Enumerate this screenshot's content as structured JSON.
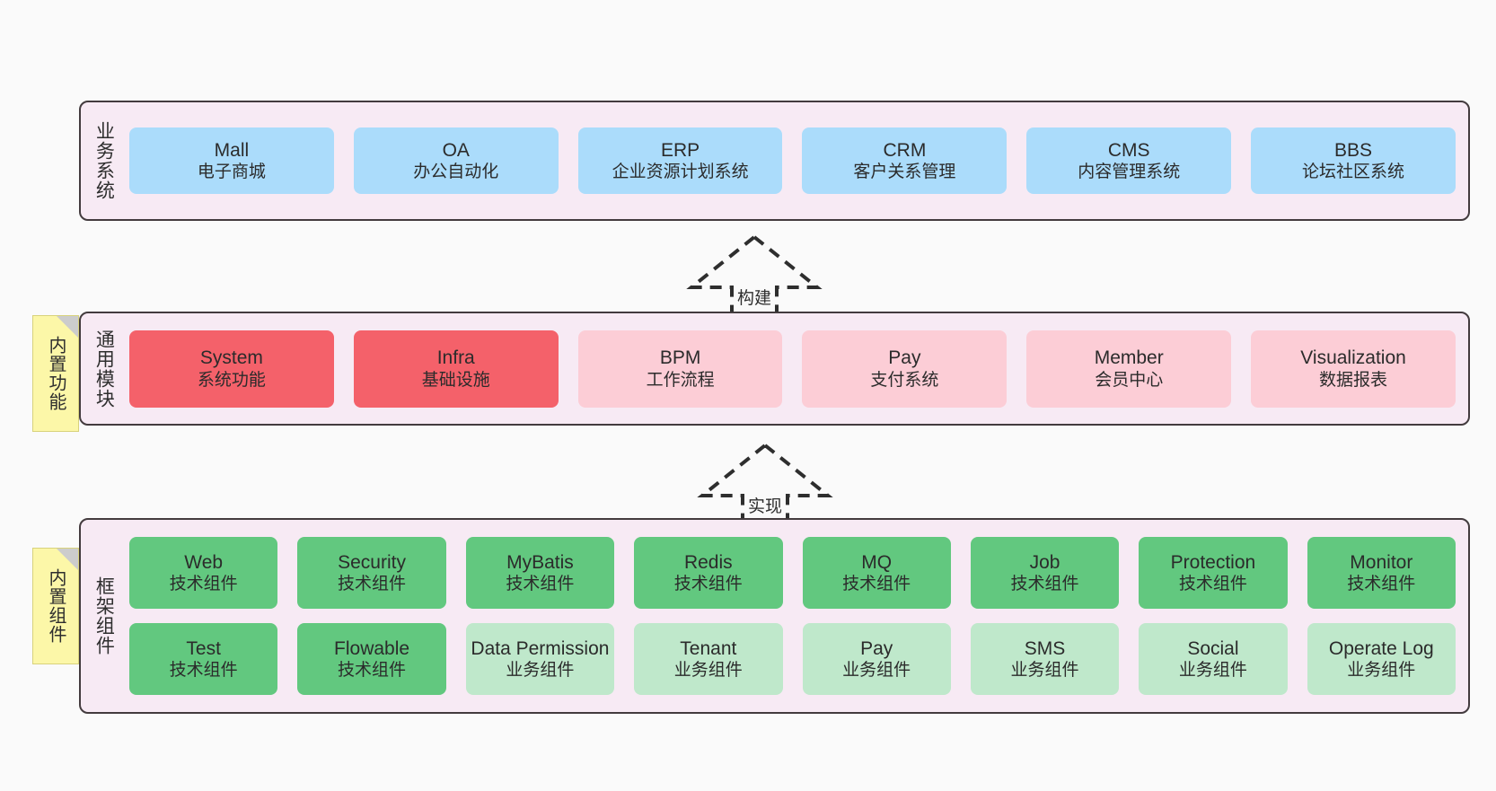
{
  "layers": [
    {
      "id": "business",
      "title": "业务系统",
      "rows": [
        {
          "cards": [
            {
              "en": "Mall",
              "cn": "电子商城",
              "color": "c-blue"
            },
            {
              "en": "OA",
              "cn": "办公自动化",
              "color": "c-blue"
            },
            {
              "en": "ERP",
              "cn": "企业资源计划系统",
              "color": "c-blue"
            },
            {
              "en": "CRM",
              "cn": "客户关系管理",
              "color": "c-blue"
            },
            {
              "en": "CMS",
              "cn": "内容管理系统",
              "color": "c-blue"
            },
            {
              "en": "BBS",
              "cn": "论坛社区系统",
              "color": "c-blue"
            }
          ]
        }
      ]
    },
    {
      "id": "modules",
      "title": "通用模块",
      "rows": [
        {
          "cards": [
            {
              "en": "System",
              "cn": "系统功能",
              "color": "c-red"
            },
            {
              "en": "Infra",
              "cn": "基础设施",
              "color": "c-red"
            },
            {
              "en": "BPM",
              "cn": "工作流程",
              "color": "c-pink"
            },
            {
              "en": "Pay",
              "cn": "支付系统",
              "color": "c-pink"
            },
            {
              "en": "Member",
              "cn": "会员中心",
              "color": "c-pink"
            },
            {
              "en": "Visualization",
              "cn": "数据报表",
              "color": "c-pink"
            }
          ]
        }
      ]
    },
    {
      "id": "framework",
      "title": "框架组件",
      "rows": [
        {
          "cards": [
            {
              "en": "Web",
              "cn": "技术组件",
              "color": "c-green"
            },
            {
              "en": "Security",
              "cn": "技术组件",
              "color": "c-green"
            },
            {
              "en": "MyBatis",
              "cn": "技术组件",
              "color": "c-green"
            },
            {
              "en": "Redis",
              "cn": "技术组件",
              "color": "c-green"
            },
            {
              "en": "MQ",
              "cn": "技术组件",
              "color": "c-green"
            },
            {
              "en": "Job",
              "cn": "技术组件",
              "color": "c-green"
            },
            {
              "en": "Protection",
              "cn": "技术组件",
              "color": "c-green"
            },
            {
              "en": "Monitor",
              "cn": "技术组件",
              "color": "c-green"
            }
          ]
        },
        {
          "cards": [
            {
              "en": "Test",
              "cn": "技术组件",
              "color": "c-green"
            },
            {
              "en": "Flowable",
              "cn": "技术组件",
              "color": "c-green"
            },
            {
              "en": "Data Permission",
              "cn": "业务组件",
              "color": "c-lightgreen"
            },
            {
              "en": "Tenant",
              "cn": "业务组件",
              "color": "c-lightgreen"
            },
            {
              "en": "Pay",
              "cn": "业务组件",
              "color": "c-lightgreen"
            },
            {
              "en": "SMS",
              "cn": "业务组件",
              "color": "c-lightgreen"
            },
            {
              "en": "Social",
              "cn": "业务组件",
              "color": "c-lightgreen"
            },
            {
              "en": "Operate Log",
              "cn": "业务组件",
              "color": "c-lightgreen"
            }
          ]
        }
      ]
    }
  ],
  "notes": [
    {
      "id": "note-modules",
      "text": "内置功能"
    },
    {
      "id": "note-framework",
      "text": "内置组件"
    }
  ],
  "arrows": [
    {
      "id": "arrow-build",
      "label": "构建"
    },
    {
      "id": "arrow-implement",
      "label": "实现"
    }
  ],
  "colors": {
    "background": "#fafafa",
    "panel_fill": "#f7eaf4",
    "panel_border": "#433b3e",
    "blue": "#abdcfb",
    "red": "#f4616a",
    "pink": "#fccdd6",
    "green": "#62c87f",
    "light_green": "#bfe8cb",
    "note_fill": "#fcf7a8",
    "note_fold": "#cccccc",
    "arrow_stroke": "#2e2e2e",
    "text": "#2b2b2b"
  }
}
